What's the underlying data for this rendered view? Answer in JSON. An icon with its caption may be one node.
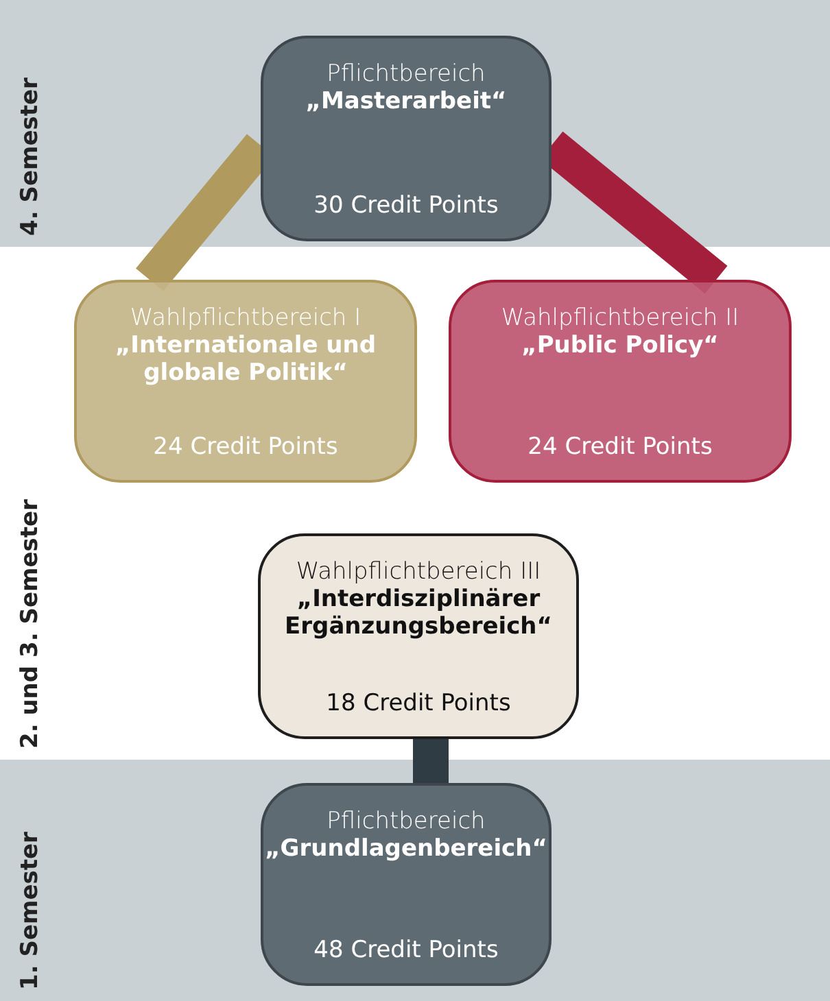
{
  "diagram": {
    "nodes": [
      {
        "text": [
          "4. Semester"
        ]
      },
      {
        "text": [
          "Pflichtbereich",
          "„Masterarbeit“",
          "30 Credit Points"
        ],
        "in": 0
      },
      {
        "text": [
          "2. und 3. Semester"
        ]
      },
      {
        "text": [
          "Wahlpflichtbereich I",
          "„Internationale und globale Politik“",
          "24 Credit Points"
        ],
        "in": 2
      },
      {
        "text": [
          "Wahlpflichtbereich II",
          "„Public Policy“",
          "24 Credit Points"
        ],
        "in": 2
      },
      {
        "text": [
          "Wahlpflichtbereich III",
          "„Interdisziplinärer Ergänzungsbereich“",
          "18 Credit Points"
        ],
        "in": 2
      },
      {
        "text": [
          "1. Semester"
        ]
      },
      {
        "text": [
          "Pflichtbereich",
          "„Grundlagenbereich“",
          "48 Credit Points"
        ],
        "in": 6
      }
    ],
    "edges": [
      {
        "from": 3,
        "to": 1,
        "arrow": "none",
        "color": "#b09a5e"
      },
      {
        "from": 4,
        "to": 1,
        "arrow": "none",
        "color": "#a31f3c"
      },
      {
        "from": 7,
        "to": 5,
        "arrow": "none",
        "color": "#2f3c43"
      }
    ]
  }
}
